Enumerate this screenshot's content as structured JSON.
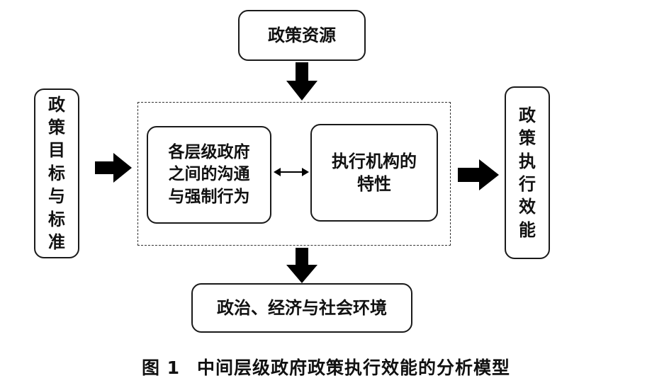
{
  "diagram": {
    "top_box": "政策资源",
    "left_box": "政策目标与标准",
    "right_box": "政策执行效能",
    "inner_left_box_lines": [
      "各层级政府",
      "之间的沟通",
      "与强制行为"
    ],
    "inner_right_box_lines": [
      "执行机构的",
      "特性"
    ],
    "bottom_box": "政治、经济与社会环境"
  },
  "caption": {
    "number": "图 1",
    "title": "中间层级政府政策执行效能的分析模型"
  },
  "colors": {
    "stroke": "#1a1a1a",
    "arrow": "#000000",
    "background": "#ffffff"
  }
}
